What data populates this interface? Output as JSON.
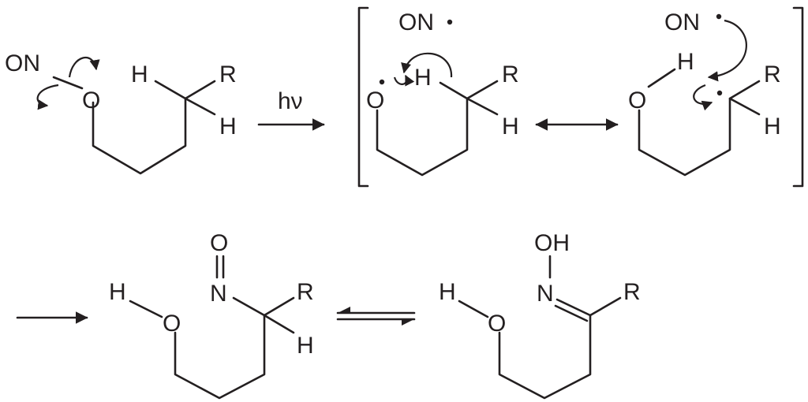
{
  "reaction": {
    "start": {
      "nitrite_group": "ON",
      "oxygen": "O",
      "h_upper": "H",
      "h_lower": "H",
      "r_group": "R"
    },
    "step1_condition": "hν",
    "intermediate_a": {
      "nitrosyl": "ON",
      "oxygen": "O",
      "h_transfer": "H",
      "h_lower": "H",
      "r_group": "R"
    },
    "intermediate_b": {
      "nitrosyl": "ON",
      "oxygen": "O",
      "h_upper": "H",
      "h_lower": "H",
      "r_group": "R"
    },
    "nitroso_product": {
      "h": "H",
      "oxygen": "O",
      "nitroso_o": "O",
      "nitroso_n": "N",
      "r_group": "R",
      "h_lower": "H"
    },
    "oxime_product": {
      "h": "H",
      "oxygen": "O",
      "oh": "OH",
      "n": "N",
      "r_group": "R"
    }
  }
}
